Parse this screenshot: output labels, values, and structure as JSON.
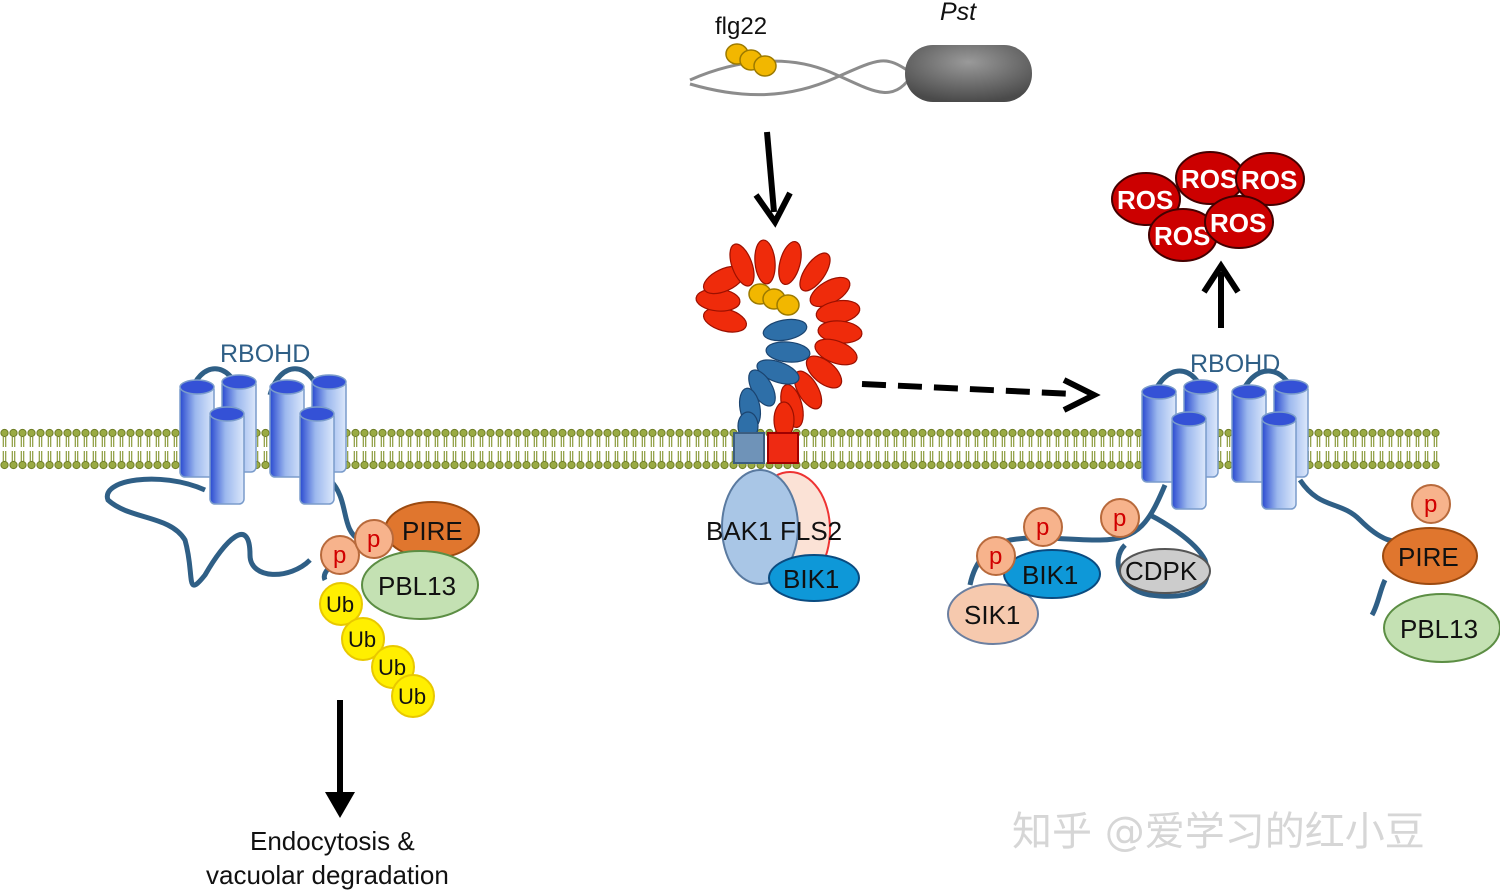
{
  "ligand": {
    "flg22": "flg22",
    "pathogen": "Pst"
  },
  "left": {
    "rbohd": "RBOHD",
    "p1": "p",
    "p2": "p",
    "pire": "PIRE",
    "pbl13": "PBL13",
    "ub": [
      "Ub",
      "Ub",
      "Ub",
      "Ub"
    ],
    "caption_line1": "Endocytosis &",
    "caption_line2": "vacuolar degradation"
  },
  "center": {
    "bak1": "BAK1",
    "fls2": "FLS2",
    "bik1": "BIK1"
  },
  "right": {
    "rbohd": "RBOHD",
    "ros": [
      "ROS",
      "ROS",
      "ROS",
      "ROS",
      "ROS"
    ],
    "p": [
      "p",
      "p",
      "p",
      "p"
    ],
    "bik1": "BIK1",
    "sik1": "SIK1",
    "cdpk": "CDPK",
    "pire": "PIRE",
    "pbl13": "PBL13"
  },
  "watermark": "知乎 @爱学习的红小豆",
  "colors": {
    "membrane": "#8a9a3a",
    "rbohd_line": "#2f5f86",
    "pire": "#e0762e",
    "pbl13": "#c4e1b3",
    "ub": "#ffef00",
    "phospho": "#f7b38c",
    "ros": "#cc0000",
    "bik1": "#0e98d8",
    "sik1": "#f6c9ae",
    "cdpk": "#cccccc",
    "lrr_red": "#ef2b0b",
    "lrr_blue": "#2e6fa8",
    "flg22": "#f2b700"
  }
}
